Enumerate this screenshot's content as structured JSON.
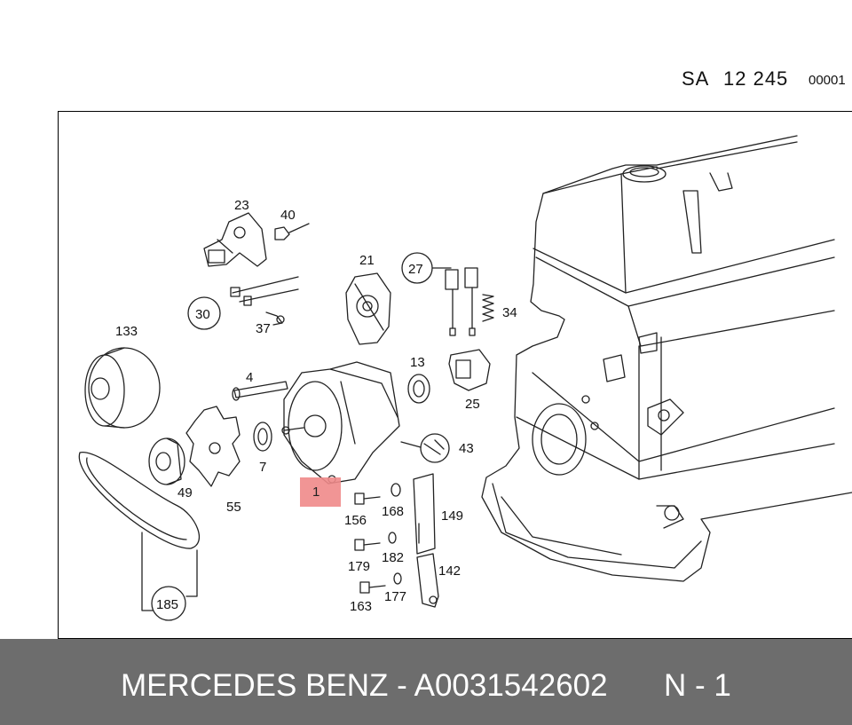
{
  "header": {
    "sa_label": "SA",
    "sa_number": "12 245",
    "sheet_code": "00001"
  },
  "diagram": {
    "part_labels": [
      "23",
      "40",
      "21",
      "27",
      "34",
      "30",
      "37",
      "133",
      "4",
      "13",
      "25",
      "43",
      "7",
      "49",
      "55",
      "1",
      "156",
      "168",
      "149",
      "179",
      "182",
      "142",
      "163",
      "177",
      "185"
    ],
    "highlighted_part": "1"
  },
  "footer": {
    "brand_part": "MERCEDES BENZ - A0031542602",
    "page": "N - 1"
  }
}
